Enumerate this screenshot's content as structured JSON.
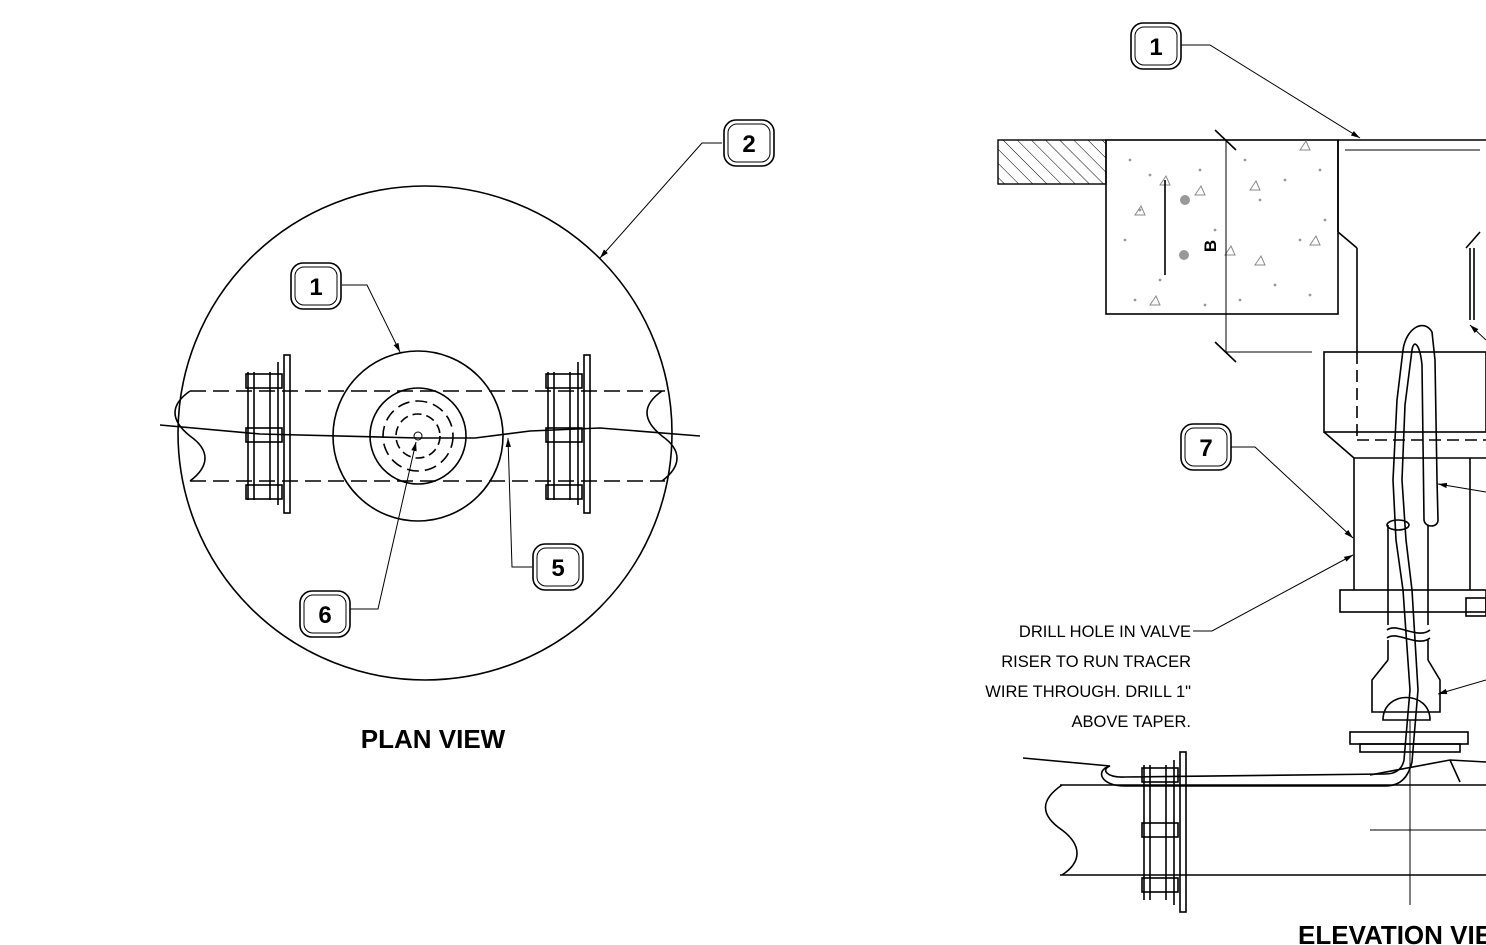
{
  "plan_view": {
    "title": "PLAN VIEW",
    "callouts": {
      "c1": "1",
      "c2": "2",
      "c5": "5",
      "c6": "6"
    }
  },
  "elevation_view": {
    "title": "ELEVATION VIEW",
    "callouts": {
      "c1": "1",
      "c7": "7"
    },
    "dimension_label": "B",
    "note_lines": [
      "DRILL HOLE IN VALVE",
      "RISER TO RUN TRACER",
      "WIRE THROUGH. DRILL 1\"",
      "ABOVE TAPER."
    ]
  }
}
